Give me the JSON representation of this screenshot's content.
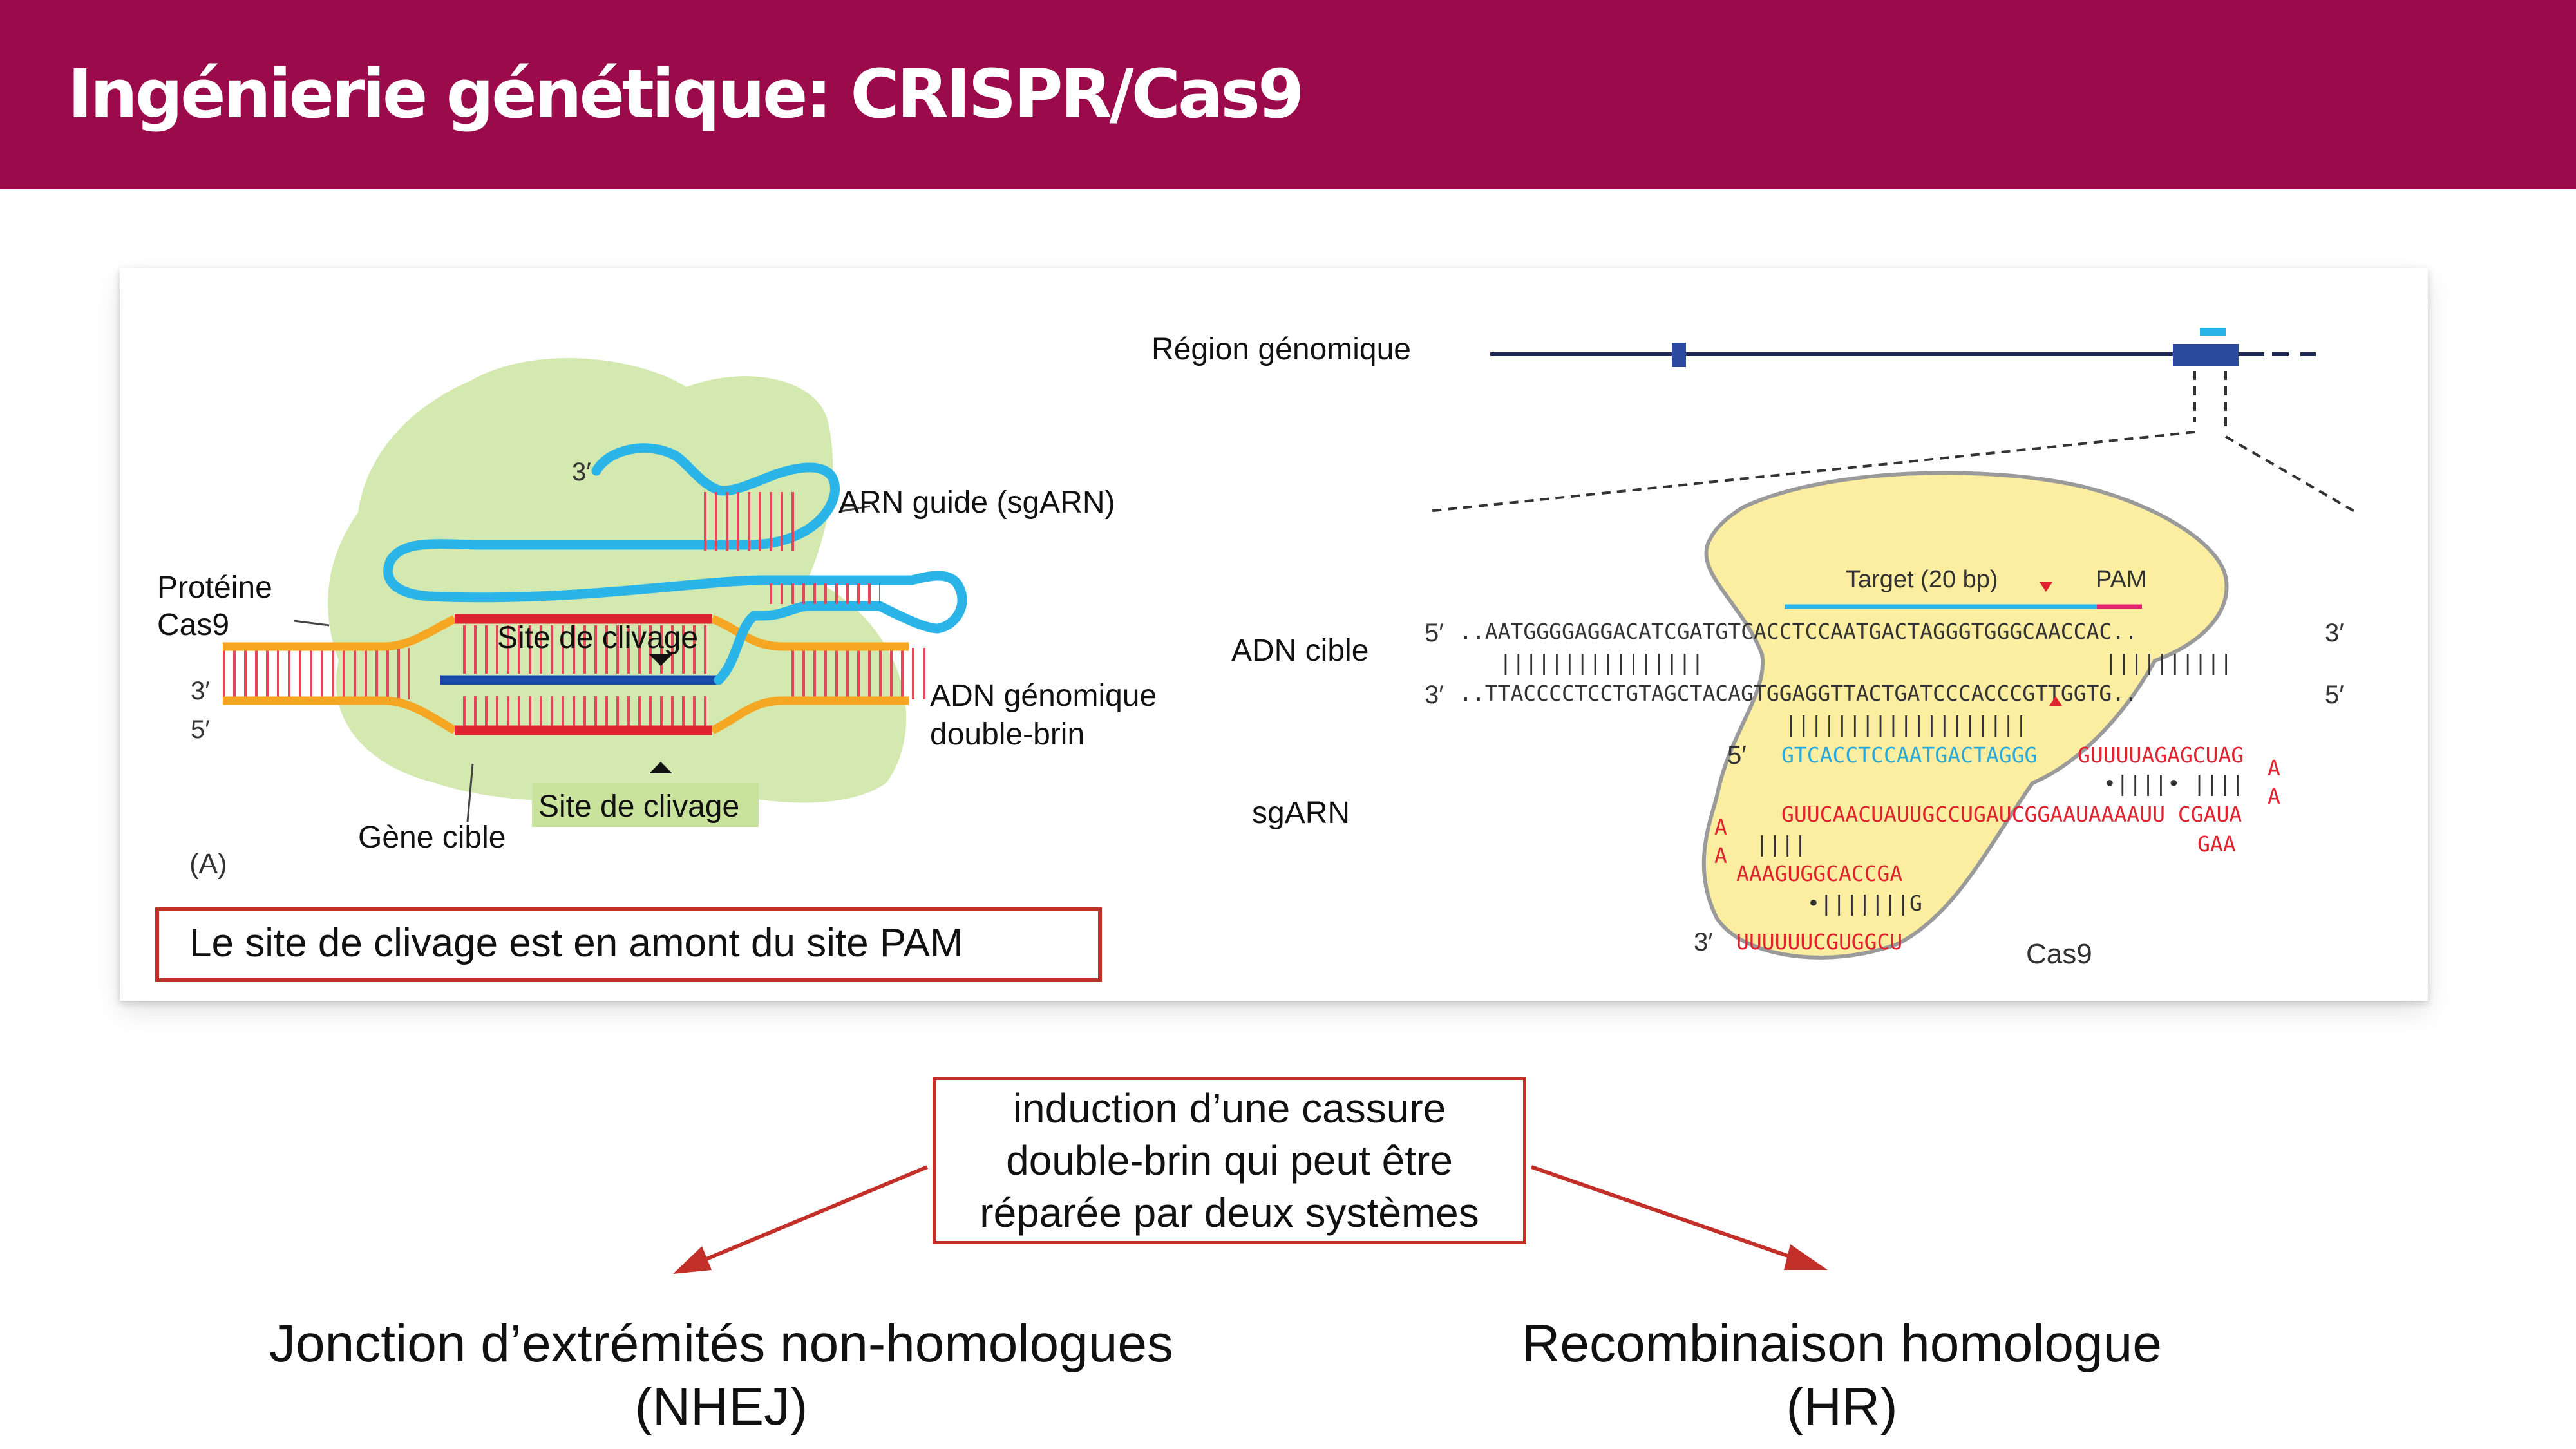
{
  "slide": {
    "title": "Ingénierie génétique: CRISPR/Cas9",
    "colors": {
      "header": "#9b0b4c",
      "box_border": "#c3302a",
      "arrow": "#c3302a"
    }
  },
  "panel_a": {
    "proteine_label": "Protéine\nCas9",
    "three_prime_top": "3′",
    "three_prime_left": "3′",
    "five_prime_left": "5′",
    "guide_label": "ARN guide (sgARN)",
    "site_top": "Site de clivage",
    "site_bottom": "Site de clivage",
    "adn_label": "ADN génomique\ndouble-brin",
    "gene_label": "Gène cible",
    "panel_letter": "(A)",
    "note": "Le site de clivage est en amont du site PAM"
  },
  "panel_b": {
    "region_label": "Région génomique",
    "target_label": "Target (20 bp)",
    "pam_label": "PAM",
    "adn_cible_label": "ADN cible",
    "sgarn_label": "sgARN",
    "cas9_label": "Cas9",
    "top_5": "5′",
    "top_3": "3′",
    "bot_3": "3′",
    "bot_5": "5′",
    "seq_top_dots": "..",
    "seq_top_a": "AATGGGGAGGACAT",
    "seq_top_b": "CGATGTCACCTCCAATGACTAGGGTGGG",
    "seq_top_c": "CAACCAC..",
    "bars_top_left": "||||||||||||||||",
    "bars_top_right": "||||||||||",
    "seq_bot_dots": "..",
    "seq_bot_a": "TTACCCCTCCTGTAGCT",
    "seq_bot_b": "ACAGTGGAGGTTACTGATCCCACCC",
    "seq_bot_c": "GTTGGTG..",
    "bars_mid": "|||||||||||||||||||",
    "rna_5": "5′",
    "rna_blue": "GTCACCTCCAATGACTAGGG",
    "rna_red1": "GUUUUAGAGCUAG",
    "rna_loop1": "A",
    "rna_loop2": "A",
    "rna_pair1": "•||||• ||||",
    "rna_row2": "GUUCAACUAUUGCCUGAUCGGAAUAAAAUU CGAUA",
    "rna_gaa": "GAA",
    "rna_lA1": "A",
    "rna_lA2": "A",
    "rna_pair2": "||||",
    "rna_row3": "AAAGUGGCACCGA",
    "rna_pair3": "•|||||||G",
    "rna_3": "3′",
    "rna_row4": "UUUUUUCGUGGCU"
  },
  "bottom": {
    "process_text": "induction d’une cassure\ndouble-brin qui peut être\nréparée par deux systèmes",
    "left_text": "Jonction d’extrémités non-homologues\n(NHEJ)",
    "right_text": "Recombinaison homologue\n(HR)"
  }
}
